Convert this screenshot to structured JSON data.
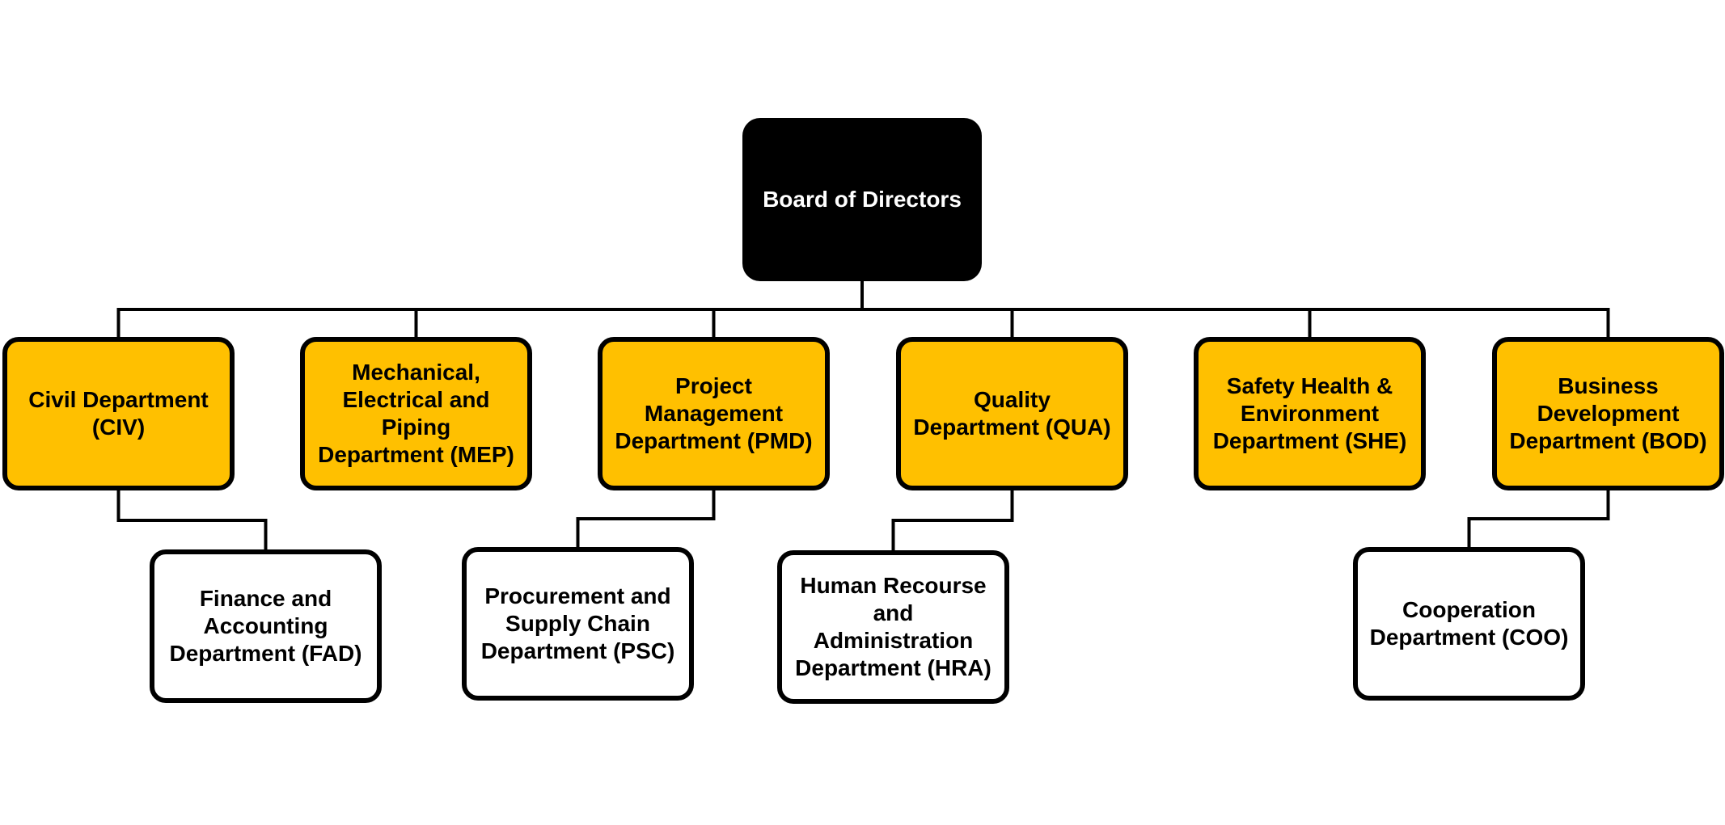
{
  "colors": {
    "root_fill": "#000000",
    "root_text": "#ffffff",
    "dept_fill": "#FFC000",
    "sub_fill": "#FFFFFF",
    "text": "#000000",
    "line": "#000000"
  },
  "root": {
    "id": "bod",
    "label": "Board of Directors"
  },
  "departments": [
    {
      "id": "civ",
      "label": "Civil Department (CIV)"
    },
    {
      "id": "mep",
      "label": "Mechanical, Electrical and Piping Department (MEP)"
    },
    {
      "id": "pmd",
      "label": "Project Management Department (PMD)"
    },
    {
      "id": "qua",
      "label": "Quality Department (QUA)"
    },
    {
      "id": "she",
      "label": "Safety Health & Environment Department (SHE)"
    },
    {
      "id": "bdd",
      "label": "Business Development Department (BOD)"
    }
  ],
  "sub_departments": [
    {
      "id": "fad",
      "parent": "civ",
      "label": "Finance and Accounting Department (FAD)"
    },
    {
      "id": "psc",
      "parent": "pmd",
      "label": "Procurement and Supply Chain Department (PSC)"
    },
    {
      "id": "hra",
      "parent": "qua",
      "label": "Human Recourse and Administration Department (HRA)"
    },
    {
      "id": "coo",
      "parent": "bdd",
      "label": "Cooperation Department (COO)"
    }
  ]
}
